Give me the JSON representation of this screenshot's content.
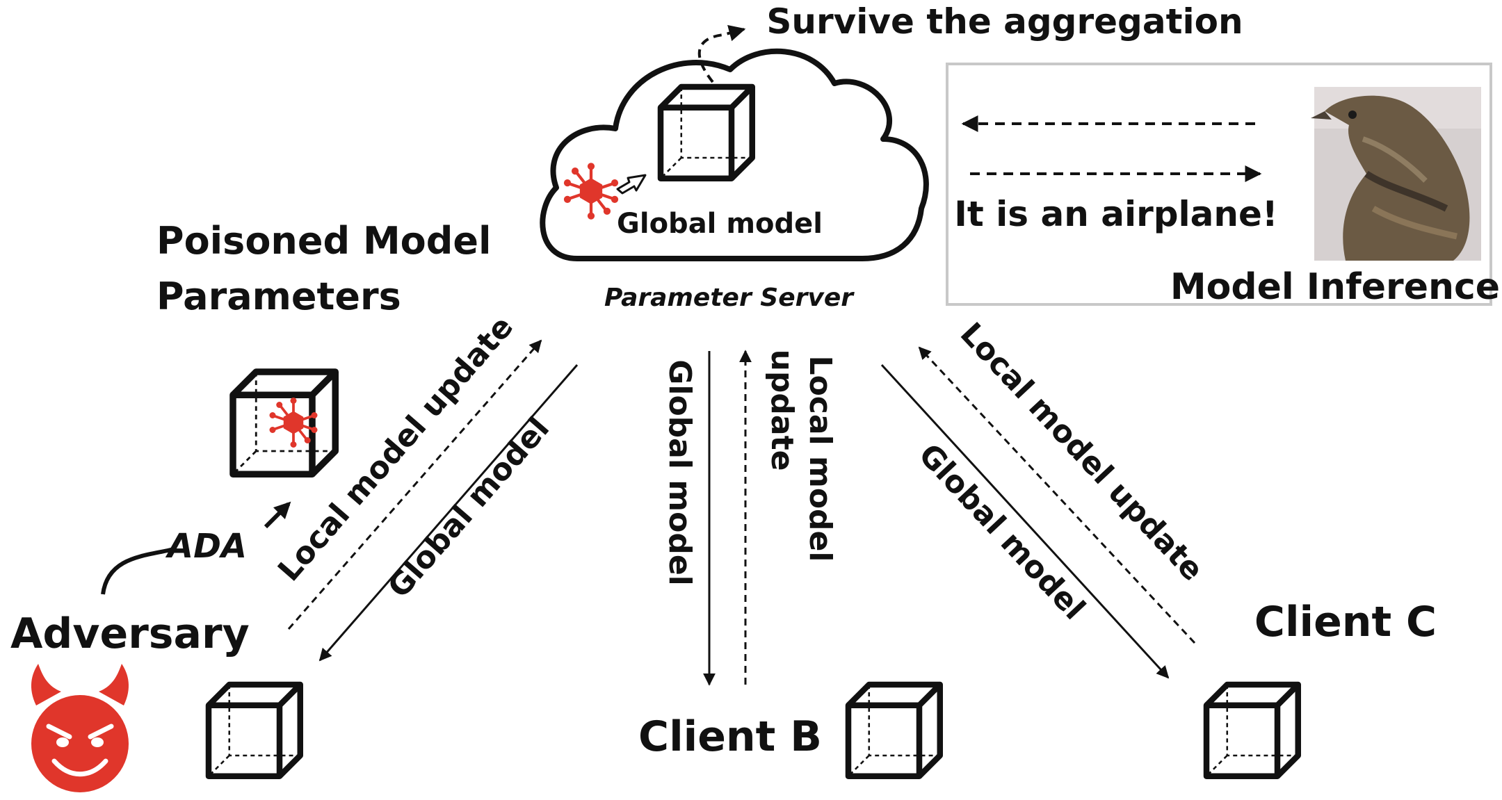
{
  "labels": {
    "survive": "Survive the aggregation",
    "cloud_model": "Global model",
    "parameter_server": "Parameter Server",
    "poisoned_line1": "Poisoned Model",
    "poisoned_line2": "Parameters",
    "inference_text": "It is an airplane!",
    "model_inference": "Model Inference",
    "ada": "ADA",
    "adversary": "Adversary",
    "client_b": "Client B",
    "client_c": "Client C",
    "local_update_left": "Local model update",
    "global_left": "Global model",
    "global_mid": "Global model",
    "local_mid_line1": "Local model",
    "local_mid_line2": "update",
    "global_right": "Global model",
    "local_update_right": "Local model update"
  },
  "colors": {
    "virus": "#e0362b",
    "devil": "#e0362b",
    "ink": "#111111",
    "panel_border": "#c8c8c8"
  },
  "icons": [
    "virus-icon",
    "devil-icon",
    "bird-image",
    "model-cube-icon"
  ]
}
